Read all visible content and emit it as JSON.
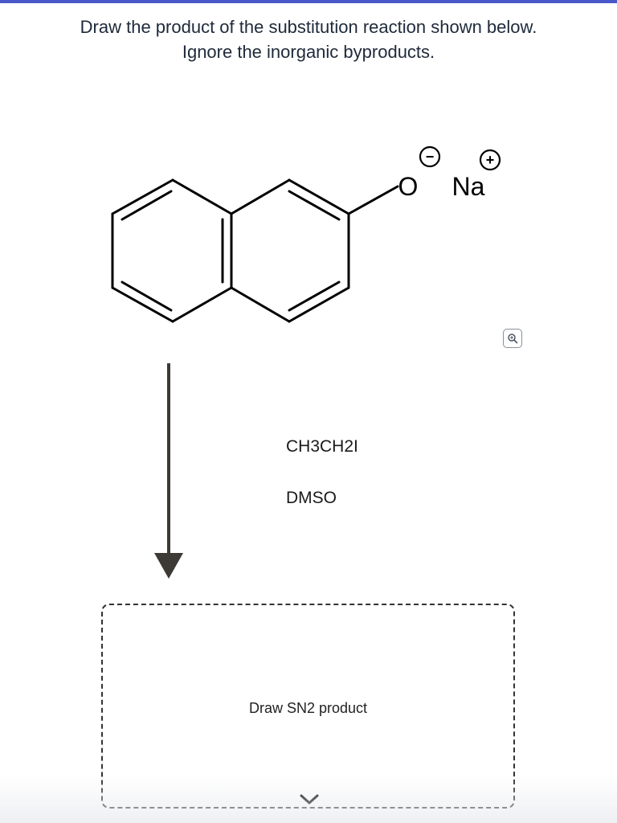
{
  "question": {
    "line1": "Draw the product of the substitution reaction shown below.",
    "line2": "Ignore the inorganic byproducts."
  },
  "molecule": {
    "oxygen_label": "O",
    "sodium_label": "Na",
    "oxygen_charge": "−",
    "sodium_charge": "+"
  },
  "reagents": {
    "reagent1": "CH3CH2I",
    "solvent": "DMSO"
  },
  "answer": {
    "label": "Draw SN2 product"
  },
  "icons": {
    "zoom": "zoom-in-icon",
    "arrow": "reaction-arrow",
    "chevron": "chevron-down-icon"
  },
  "colors": {
    "accent": "#4a57c8",
    "arrow": "#3d3a36"
  }
}
